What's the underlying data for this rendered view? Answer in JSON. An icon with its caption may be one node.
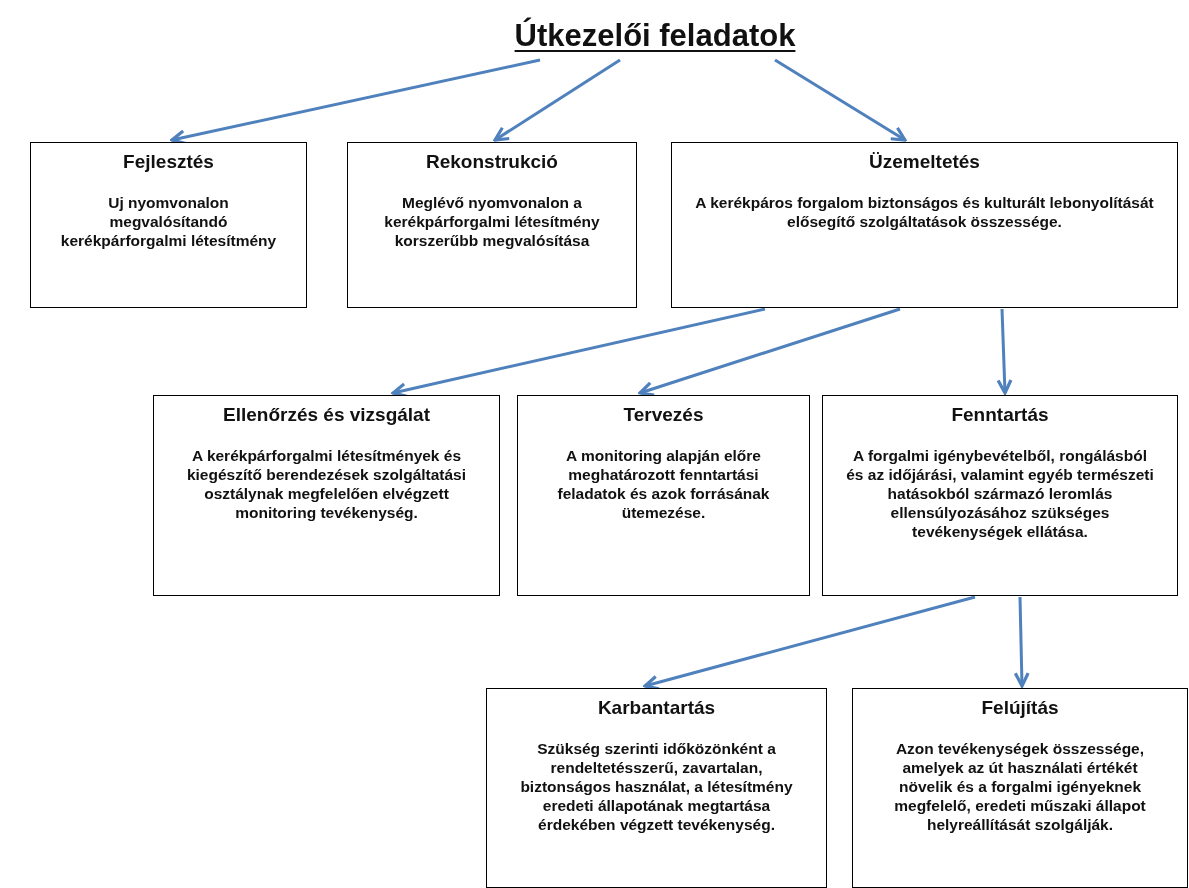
{
  "diagram": {
    "nodes": [
      {
        "text": [
          "Útkezelői feladatok"
        ]
      },
      {
        "text": [
          "Fejlesztés",
          "Uj nyomvonalon megvalósítandó kerékpárforgalmi létesítmény"
        ]
      },
      {
        "text": [
          "Rekonstrukció",
          "Meglévő nyomvonalon a kerékpárforgalmi létesítmény korszerűbb megvalósítása"
        ]
      },
      {
        "text": [
          "Üzemeltetés",
          "A kerékpáros forgalom biztonságos és kulturált lebonyolítását elősegítő szolgáltatások összessége."
        ]
      },
      {
        "text": [
          "Ellenőrzés és vizsgálat",
          "A kerékpárforgalmi létesítmények és kiegészítő berendezések szolgáltatási osztálynak megfelelően elvégzett monitoring tevékenység."
        ]
      },
      {
        "text": [
          "Tervezés",
          "A monitoring alapján előre meghatározott fenntartási feladatok és azok forrásának ütemezése."
        ]
      },
      {
        "text": [
          "Fenntartás",
          "A forgalmi igénybevételből, rongálásból és az időjárási, valamint egyéb természeti hatásokból származó leromlás ellensúlyozásához szükséges tevékenységek ellátása."
        ]
      },
      {
        "text": [
          "Karbantartás",
          "Szükség szerinti időközönként a rendeltetésszerű, zavartalan, biztonságos használat, a létesítmény eredeti állapotának megtartása érdekében végzett tevékenység."
        ]
      },
      {
        "text": [
          "Felújítás",
          "Azon tevékenységek összessége, amelyek az út használati értékét növelik és a forgalmi igényeknek megfelelő, eredeti műszaki állapot helyreállítását szolgálják."
        ]
      }
    ],
    "edges": [
      {
        "from": 0,
        "to": 1,
        "arrow": "to"
      },
      {
        "from": 0,
        "to": 2,
        "arrow": "to"
      },
      {
        "from": 0,
        "to": 3,
        "arrow": "to"
      },
      {
        "from": 3,
        "to": 4,
        "arrow": "to"
      },
      {
        "from": 3,
        "to": 5,
        "arrow": "to"
      },
      {
        "from": 3,
        "to": 6,
        "arrow": "to"
      },
      {
        "from": 6,
        "to": 7,
        "arrow": "to"
      },
      {
        "from": 6,
        "to": 8,
        "arrow": "to"
      }
    ]
  }
}
